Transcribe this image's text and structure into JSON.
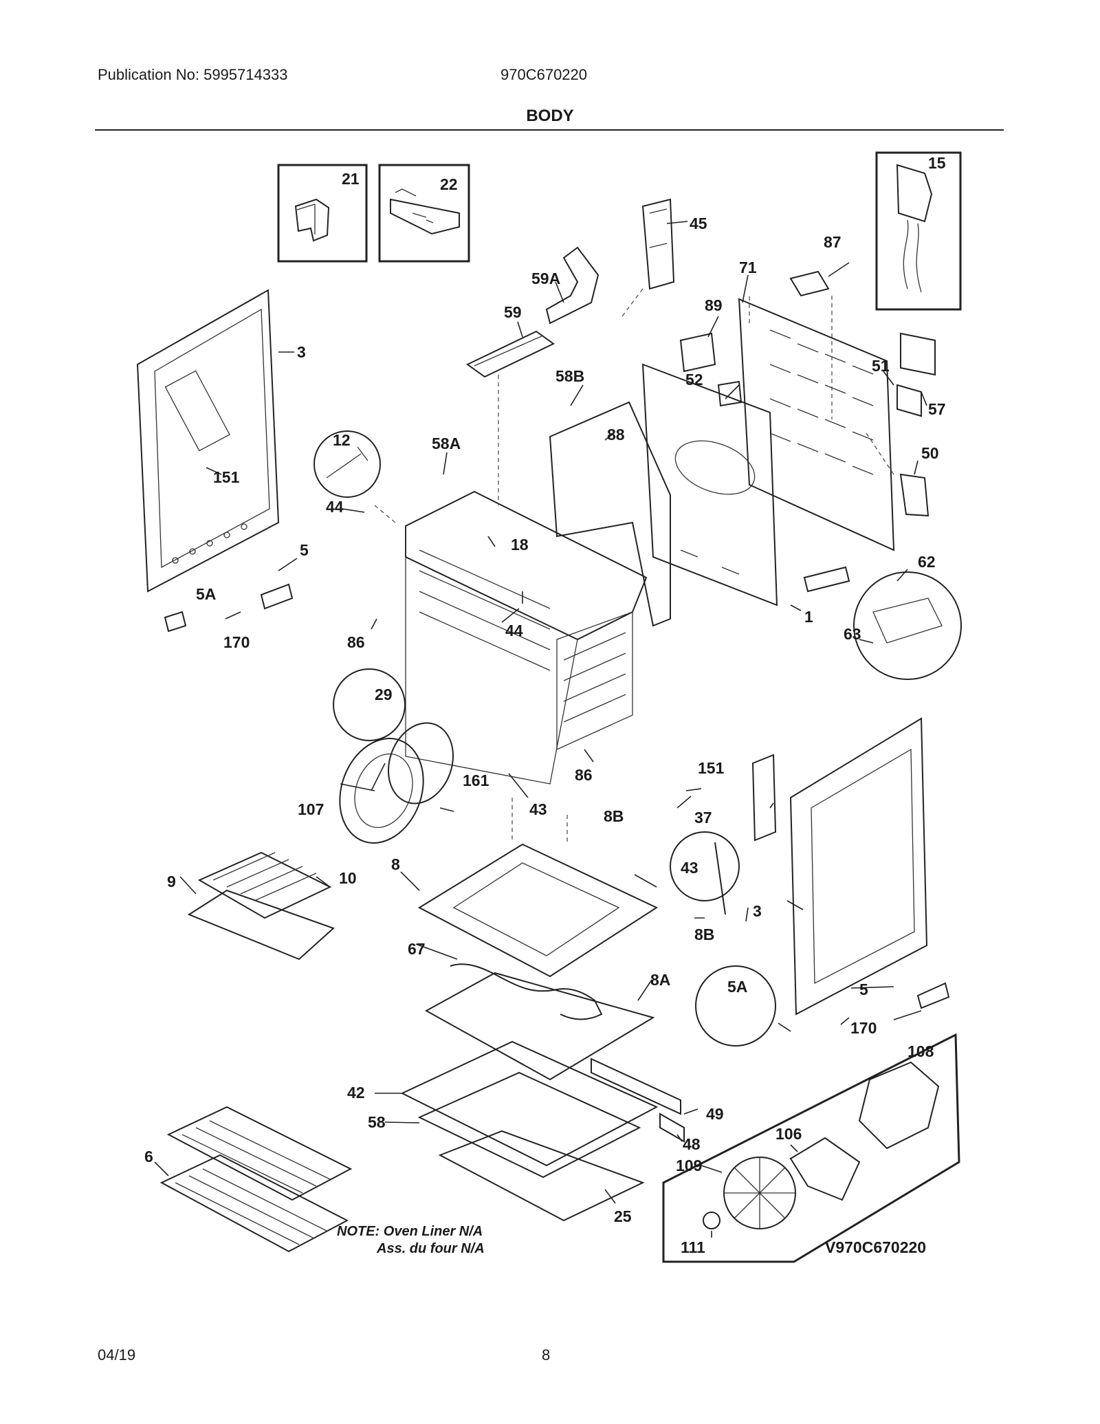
{
  "header": {
    "publication": "Publication No: 5995714333",
    "model": "970C670220",
    "section_title": "BODY"
  },
  "footer": {
    "date": "04/19",
    "page": "8"
  },
  "diagram": {
    "version_code": "V970C670220",
    "note_line1": "NOTE: Oven Liner N/A",
    "note_line2": "Ass. du four N/A",
    "labels": {
      "p21": "21",
      "p22": "22",
      "p15": "15",
      "p45": "45",
      "p87": "87",
      "p71": "71",
      "p59A": "59A",
      "p59": "59",
      "p89": "89",
      "p3a": "3",
      "p58B": "58B",
      "p52": "52",
      "p51": "51",
      "p57": "57",
      "p12": "12",
      "p58A": "58A",
      "p88": "88",
      "p151a": "151",
      "p50": "50",
      "p44a": "44",
      "p18": "18",
      "p5a": "5",
      "p62": "62",
      "p5Aa": "5A",
      "p1": "1",
      "p63": "63",
      "p170a": "170",
      "p86a": "86",
      "p44b": "44",
      "p29": "29",
      "p151b": "151",
      "p161": "161",
      "p86b": "86",
      "p107": "107",
      "p43a": "43",
      "p8Ba": "8B",
      "p37": "37",
      "p9": "9",
      "p10": "10",
      "p8": "8",
      "p43b": "43",
      "p3b": "3",
      "p8Bb": "8B",
      "p67": "67",
      "p8A": "8A",
      "p5Ab": "5A",
      "p5b": "5",
      "p170b": "170",
      "p108": "108",
      "p42": "42",
      "p49": "49",
      "p58": "58",
      "p48": "48",
      "p106": "106",
      "p6": "6",
      "p109": "109",
      "p25": "25",
      "p111": "111"
    }
  }
}
